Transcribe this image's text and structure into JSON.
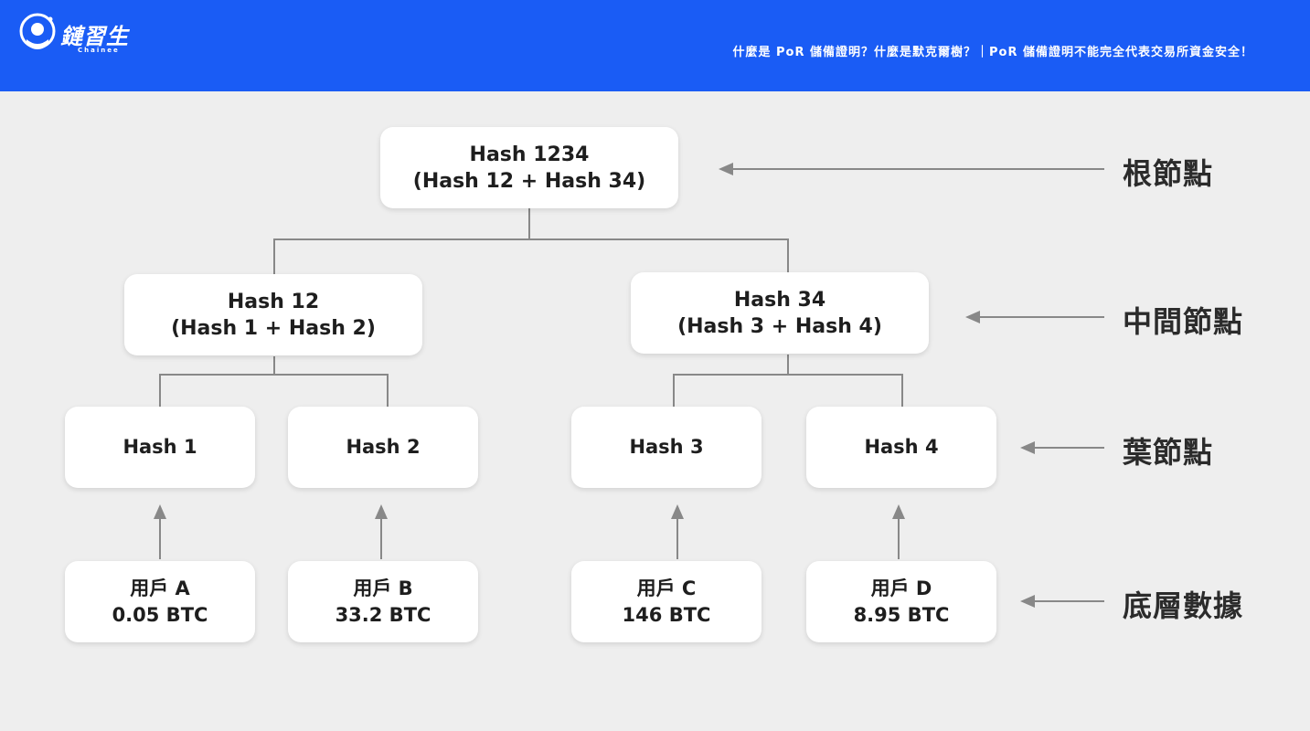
{
  "header": {
    "logo_title": "鏈習生",
    "logo_subtitle": "Chainee",
    "article_title": "什麼是 PoR 儲備證明？什麼是默克爾樹？｜PoR 儲備證明不能完全代表交易所資金安全！",
    "background_color": "#1a5cf5"
  },
  "root_node": {
    "line1": "Hash 1234",
    "line2": "(Hash 12 + Hash 34)"
  },
  "intermediate_nodes": [
    {
      "line1": "Hash 12",
      "line2": "(Hash 1 + Hash 2)"
    },
    {
      "line1": "Hash 34",
      "line2": "(Hash 3 + Hash 4)"
    }
  ],
  "leaf_nodes": [
    {
      "label": "Hash 1"
    },
    {
      "label": "Hash 2"
    },
    {
      "label": "Hash 3"
    },
    {
      "label": "Hash 4"
    }
  ],
  "data_nodes": [
    {
      "user": "用戶 A",
      "amount": "0.05 BTC"
    },
    {
      "user": "用戶 B",
      "amount": "33.2 BTC"
    },
    {
      "user": "用戶 C",
      "amount": "146 BTC"
    },
    {
      "user": "用戶 D",
      "amount": "8.95 BTC"
    }
  ],
  "level_labels": {
    "root": "根節點",
    "intermediate": "中間節點",
    "leaf": "葉節點",
    "data": "底層數據"
  },
  "colors": {
    "background": "#eeeeee",
    "node": "#ffffff",
    "connector": "#888888",
    "text": "#1e1e1e"
  }
}
